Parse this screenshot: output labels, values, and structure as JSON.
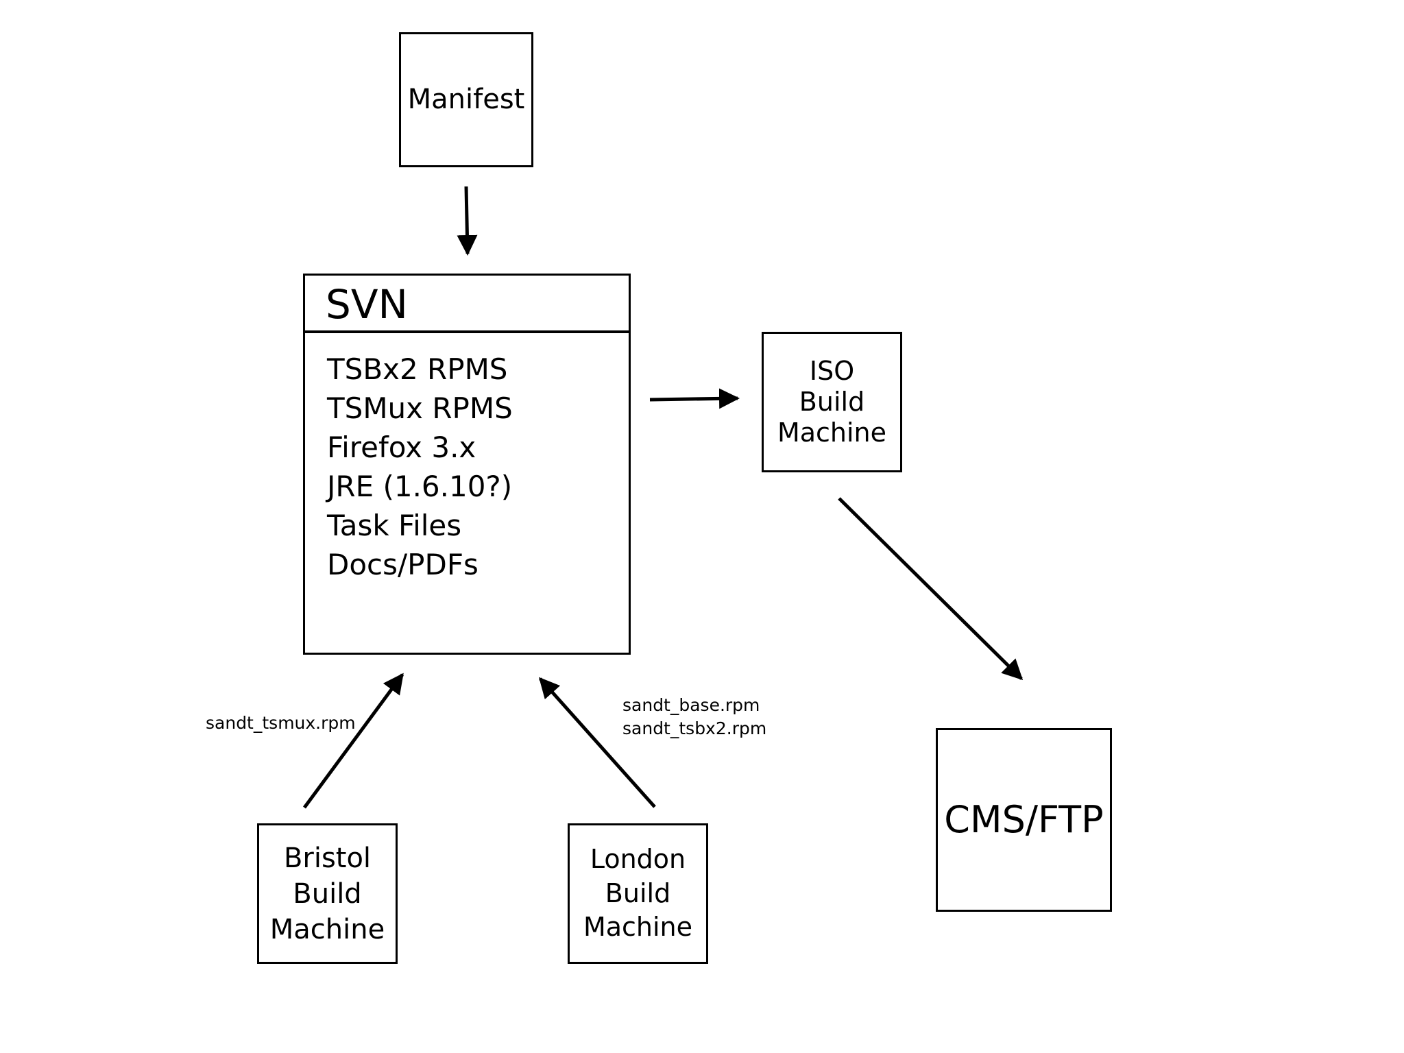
{
  "nodes": {
    "manifest": {
      "lines": [
        "Manifest"
      ]
    },
    "svn": {
      "title": "SVN",
      "items": [
        "TSBx2 RPMS",
        "TSMux RPMS",
        "Firefox 3.x",
        "JRE (1.6.10?)",
        "Task Files",
        "Docs/PDFs"
      ]
    },
    "iso": {
      "lines": [
        "ISO",
        "Build",
        "Machine"
      ]
    },
    "cms": {
      "lines": [
        "CMS/FTP"
      ]
    },
    "bristol": {
      "lines": [
        "Bristol",
        "Build",
        "Machine"
      ]
    },
    "london": {
      "lines": [
        "London",
        "Build",
        "Machine"
      ]
    }
  },
  "edges": {
    "bristol_to_svn": {
      "lines": [
        "sandt_tsmux.rpm"
      ]
    },
    "london_to_svn": {
      "lines": [
        "sandt_base.rpm",
        "sandt_tsbx2.rpm"
      ]
    }
  }
}
